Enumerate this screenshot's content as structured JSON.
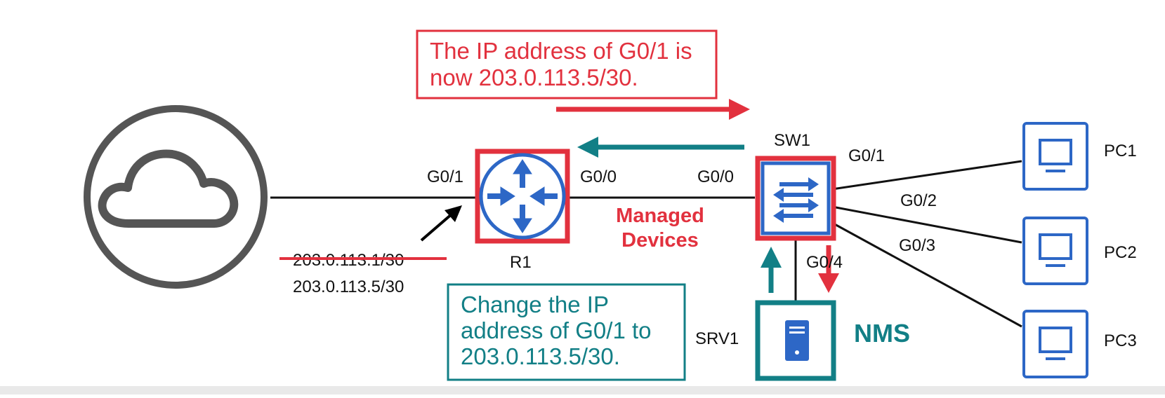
{
  "colors": {
    "red": "#e2313e",
    "teal": "#127f86",
    "blue": "#2d67c6",
    "cloud_gray": "#555555",
    "line": "#111111"
  },
  "icons": {
    "cloud": "cloud-icon",
    "router": "router-icon",
    "switch": "switch-icon",
    "server": "server-icon",
    "pc": "monitor-icon"
  },
  "callouts": {
    "notify_line1": "The IP address of G0/1 is",
    "notify_line2": "now 203.0.113.5/30.",
    "change_line1": "Change the IP",
    "change_line2": "address of G0/1 to",
    "change_line3": "203.0.113.5/30."
  },
  "devices": {
    "r1": {
      "name": "R1",
      "port_left": "G0/1",
      "port_right": "G0/0",
      "old_ip": "203.0.113.1/30",
      "new_ip": "203.0.113.5/30"
    },
    "sw1": {
      "name": "SW1",
      "port_left": "G0/0",
      "port_g01": "G0/1",
      "port_g02": "G0/2",
      "port_g03": "G0/3",
      "port_g04": "G0/4"
    },
    "srv1": {
      "name": "SRV1",
      "role": "NMS"
    },
    "pcs": [
      "PC1",
      "PC2",
      "PC3"
    ]
  },
  "managed_label": {
    "line1": "Managed",
    "line2": "Devices"
  }
}
